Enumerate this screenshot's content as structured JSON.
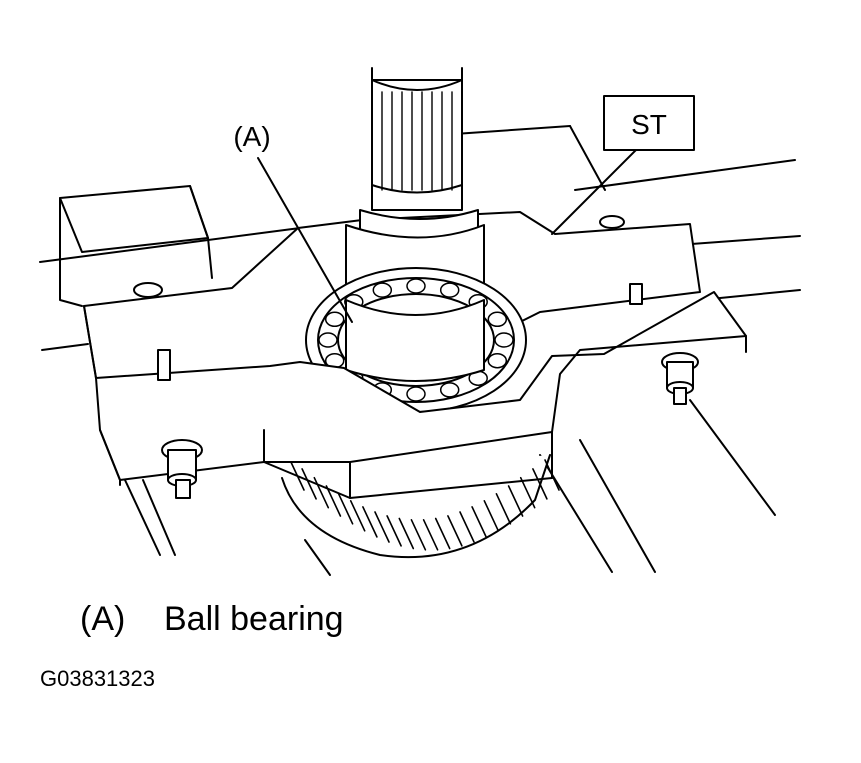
{
  "callouts": {
    "a": "(A)",
    "st": "ST"
  },
  "caption": {
    "key": "(A)",
    "text": "Ball bearing"
  },
  "figure_id": "G03831323"
}
